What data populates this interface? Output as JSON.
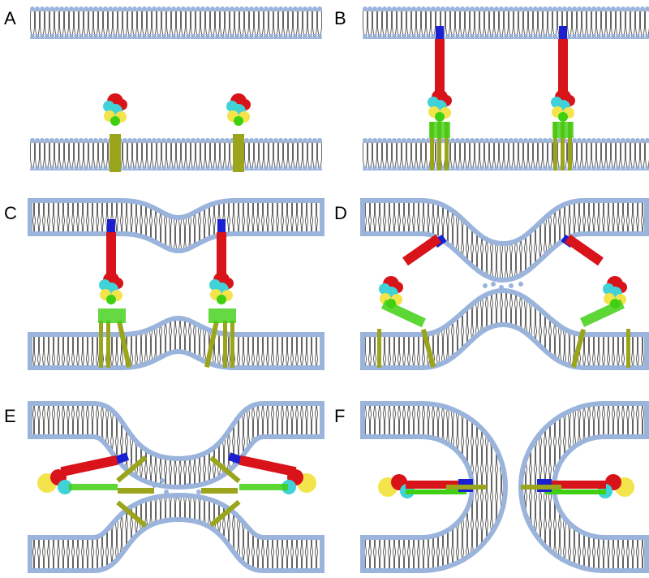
{
  "panels": [
    {
      "label": "A"
    },
    {
      "label": "B"
    },
    {
      "label": "C"
    },
    {
      "label": "D"
    },
    {
      "label": "E"
    },
    {
      "label": "F"
    }
  ],
  "colors": {
    "lipid_head": "#9ab4dc",
    "lipid_tail": "#1a1a1a",
    "tm_anchor": "#9aa51c",
    "red_domain": "#d8131a",
    "cyan_domain": "#41d2d8",
    "yellow_domain": "#f2e44a",
    "green_linker": "#3fd012",
    "blue_domain": "#1a1fcf"
  }
}
